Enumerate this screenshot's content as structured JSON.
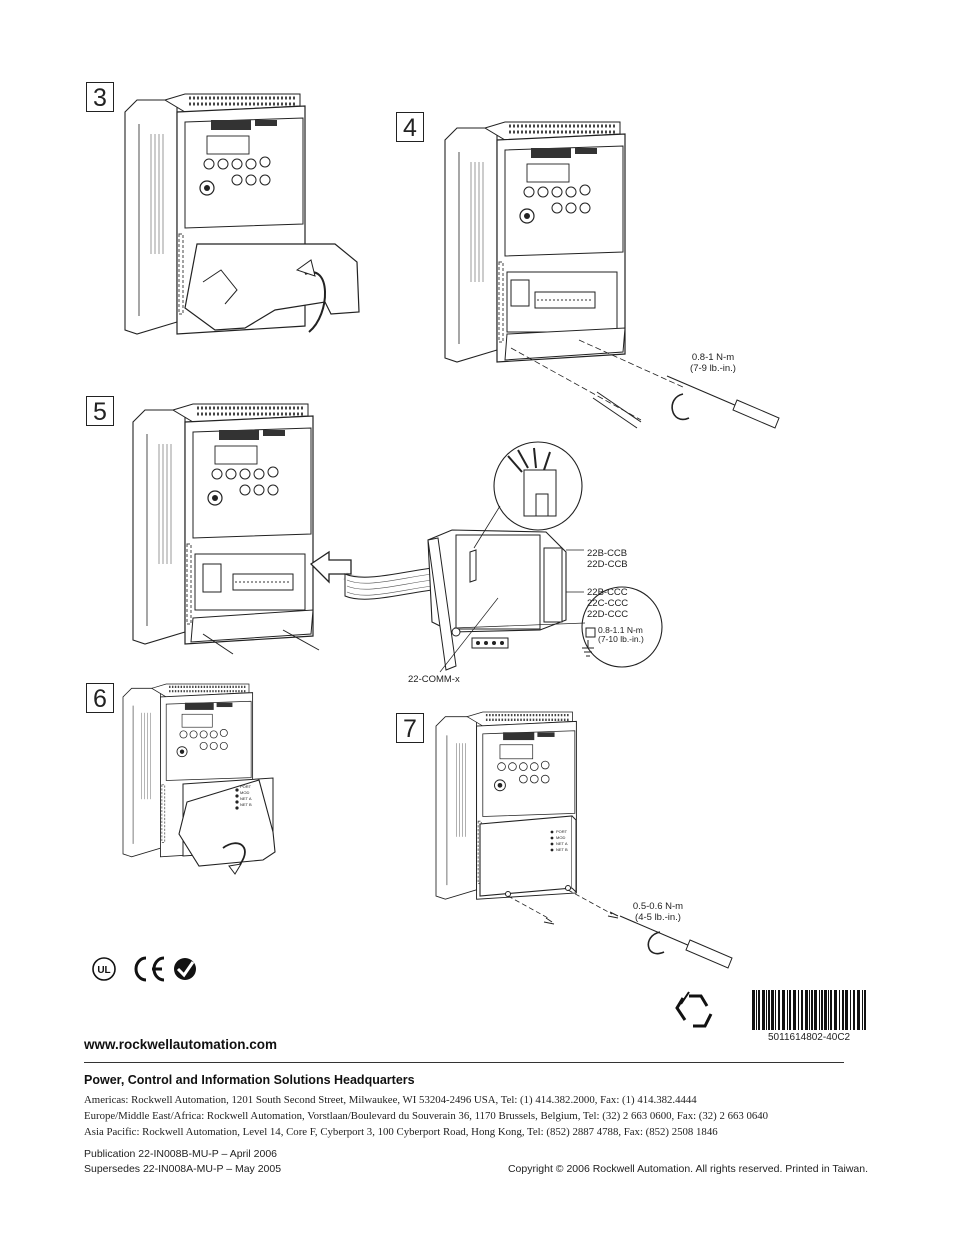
{
  "steps": [
    "3",
    "4",
    "5",
    "6",
    "7"
  ],
  "callouts": {
    "torque_cover": "0.8-1 N-m",
    "torque_cover_imperial": "(7-9 lb.-in.)",
    "model_ccb_b": "22B-CCB",
    "model_ccb_d": "22D-CCB",
    "model_ccc_b": "22B-CCC",
    "model_ccc_c": "22C-CCC",
    "model_ccc_d": "22D-CCC",
    "torque_ground": "0.8-1.1 N-m",
    "torque_ground_imperial": "(7-10 lb.-in.)",
    "comm_module": "22-COMM-x",
    "torque_screw": "0.5-0.6 N-m",
    "torque_screw_imperial": "(4-5 lb.-in.)",
    "port_labels": [
      "PORT",
      "MOD",
      "NET A",
      "NET B"
    ]
  },
  "certification_icons": [
    "ul-listed-icon",
    "ce-mark-icon",
    "c-tick-icon"
  ],
  "recycle_icon": "recycle-icon",
  "barcode_number": "5011614802-40C2",
  "footer": {
    "website": "www.rockwellautomation.com",
    "headquarters_title": "Power, Control and Information Solutions Headquarters",
    "addresses": [
      "Americas: Rockwell Automation, 1201 South Second Street, Milwaukee, WI 53204-2496 USA, Tel: (1) 414.382.2000, Fax: (1)  414.382.4444",
      "Europe/Middle East/Africa: Rockwell Automation, Vorstlaan/Boulevard du Souverain 36, 1170 Brussels, Belgium, Tel: (32) 2 663 0600, Fax: (32) 2 663 0640",
      "Asia Pacific: Rockwell Automation, Level 14, Core F, Cyberport 3, 100 Cyberport Road, Hong Kong, Tel: (852) 2887 4788, Fax: (852) 2508 1846"
    ],
    "publication": "Publication 22-IN008B-MU-P – April 2006",
    "supersedes": "Supersedes 22-IN008A-MU-P – May 2005",
    "copyright": "Copyright © 2006 Rockwell Automation. All rights reserved. Printed in Taiwan."
  }
}
